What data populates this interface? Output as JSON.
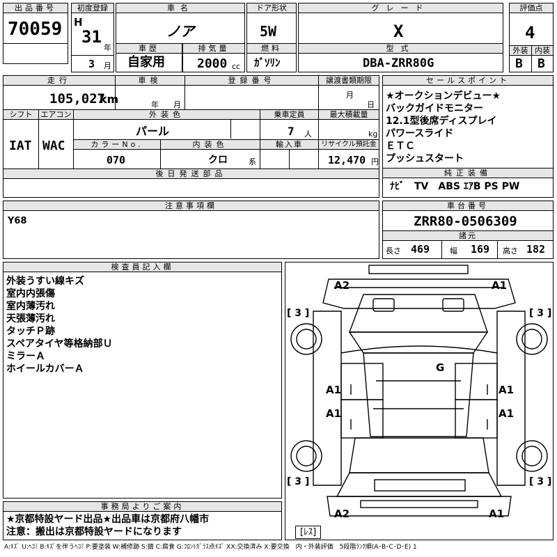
{
  "header": {
    "lot_label": "出品番号",
    "lot_no": "70059",
    "reg_label": "初度登録",
    "era": "H",
    "reg_year": "31",
    "year_unit": "年",
    "reg_month": "3",
    "month_unit": "月",
    "name_label": "車名",
    "name": "ノア",
    "door_label": "ドア形状",
    "door": "5W",
    "grade_label": "グレード",
    "grade": "X",
    "score_label": "評価点",
    "score": "4",
    "history_label": "車歴",
    "history": "自家用",
    "disp_label": "排気量",
    "disp": "2000",
    "disp_unit": "cc",
    "fuel_label": "燃料",
    "fuel": "ｶﾞｿﾘﾝ",
    "model_label": "型式",
    "model": "DBA-ZRR80G",
    "ext_label": "外装",
    "ext": "B",
    "int_label": "内装",
    "int": "B"
  },
  "row2": {
    "mileage_label": "走行",
    "mileage": "105,027",
    "mileage_unit": "km",
    "inspection_label": "車検",
    "insp_year": "年",
    "insp_month": "月",
    "regno_label": "登録番号",
    "deadline_label": "譲渡書類期限",
    "dl_month": "月",
    "dl_day": "日",
    "shift_label": "シフト",
    "shift": "IAT",
    "ac_label": "エアコン",
    "ac": "WAC",
    "exterior_label": "外装色",
    "exterior": "パール",
    "capacity_label": "乗車定員",
    "capacity": "7",
    "capacity_unit": "人",
    "load_label": "最大積載量",
    "load_unit": "kg",
    "color_no_label": "カラーNo.",
    "color_no": "070",
    "interior_label": "内装色",
    "interior": "クロ",
    "interior_unit": "系",
    "import_label": "輸入車",
    "recycle_label": "リサイクル預託金",
    "recycle": "12,470",
    "recycle_unit": "円",
    "later_label": "後日発送部品"
  },
  "sales": {
    "label": "セールスポイント",
    "lines": [
      "★オークションデビュー★",
      "バックガイドモニター",
      "12.1型後席ディスプレイ",
      "パワースライド",
      "ＥＴＣ",
      "プッシュスタート"
    ]
  },
  "equip": {
    "label": "純正装備",
    "value": "ﾅﾋﾞ　TV　ABS ｴｱB PS PW"
  },
  "notes": {
    "label": "注意事項欄",
    "value": "Y68"
  },
  "chassis": {
    "label": "車台番号",
    "value": "ZRR80-0506309"
  },
  "spec": {
    "label": "諸元",
    "len_label": "長さ",
    "len": "469",
    "wid_label": "幅",
    "wid": "169",
    "hei_label": "高さ",
    "hei": "182"
  },
  "inspector": {
    "label": "検査員記入欄",
    "lines": [
      "外装うすい線キズ",
      "室内内張傷",
      "室内薄汚れ",
      "天張薄汚れ",
      "タッチＰ跡",
      "スペアタイヤ等格納部Ｕ",
      "ミラーＡ",
      "ホイールカバーＡ"
    ]
  },
  "diagram": {
    "a2_top": "A2",
    "a1_top": "A1",
    "tl": "[ 3 ]",
    "tr": "[ 3 ]",
    "g": "G",
    "a1_l1": "A1",
    "a1_r1": "A1",
    "a1_l2": "A1",
    "a1_r2": "A1",
    "bl": "[ 3 ]",
    "br": "[ 3 ]",
    "a2_bot": "A2",
    "a1_bot": "A1",
    "res": "[ﾚｽ]"
  },
  "office": {
    "label": "事務局よりご案内",
    "line1": "★京都特設ヤード出品★出品車は京都府八幡市",
    "line2": "注意：搬出は京都特設ヤードになります"
  },
  "legend": "A:ｷｽﾞ U:ﾍｺﾐ B:ｷｽﾞを伴うﾍｺﾐ P:要塗装 W:補修跡 S:錆 C:腐食 G:ﾌﾛﾝﾄｶﾞﾗｽ点ｷｽﾞ XX:交換済み X:要交換　内・外装評価　5段階ﾗﾝｸ順(A･B･C･D･E) 1"
}
